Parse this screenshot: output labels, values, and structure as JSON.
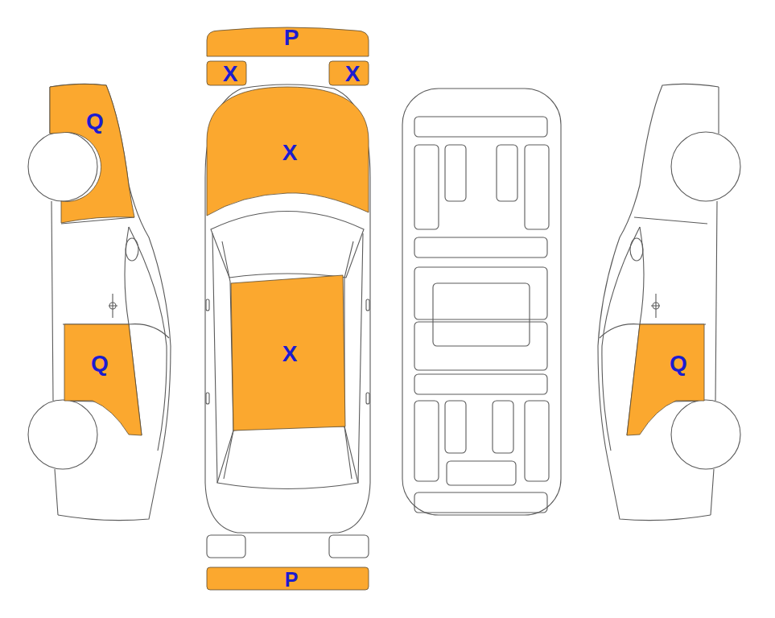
{
  "diagram": {
    "nodes": [
      {
        "text": [
          "P"
        ]
      },
      {
        "text": [
          "X"
        ]
      },
      {
        "text": [
          "X"
        ]
      },
      {
        "text": [
          "Q"
        ]
      },
      {
        "text": [
          "X"
        ]
      },
      {
        "text": [
          "X"
        ]
      },
      {
        "text": [
          "Q"
        ]
      },
      {
        "text": [
          "Q"
        ]
      },
      {
        "text": [
          "P"
        ]
      }
    ]
  }
}
